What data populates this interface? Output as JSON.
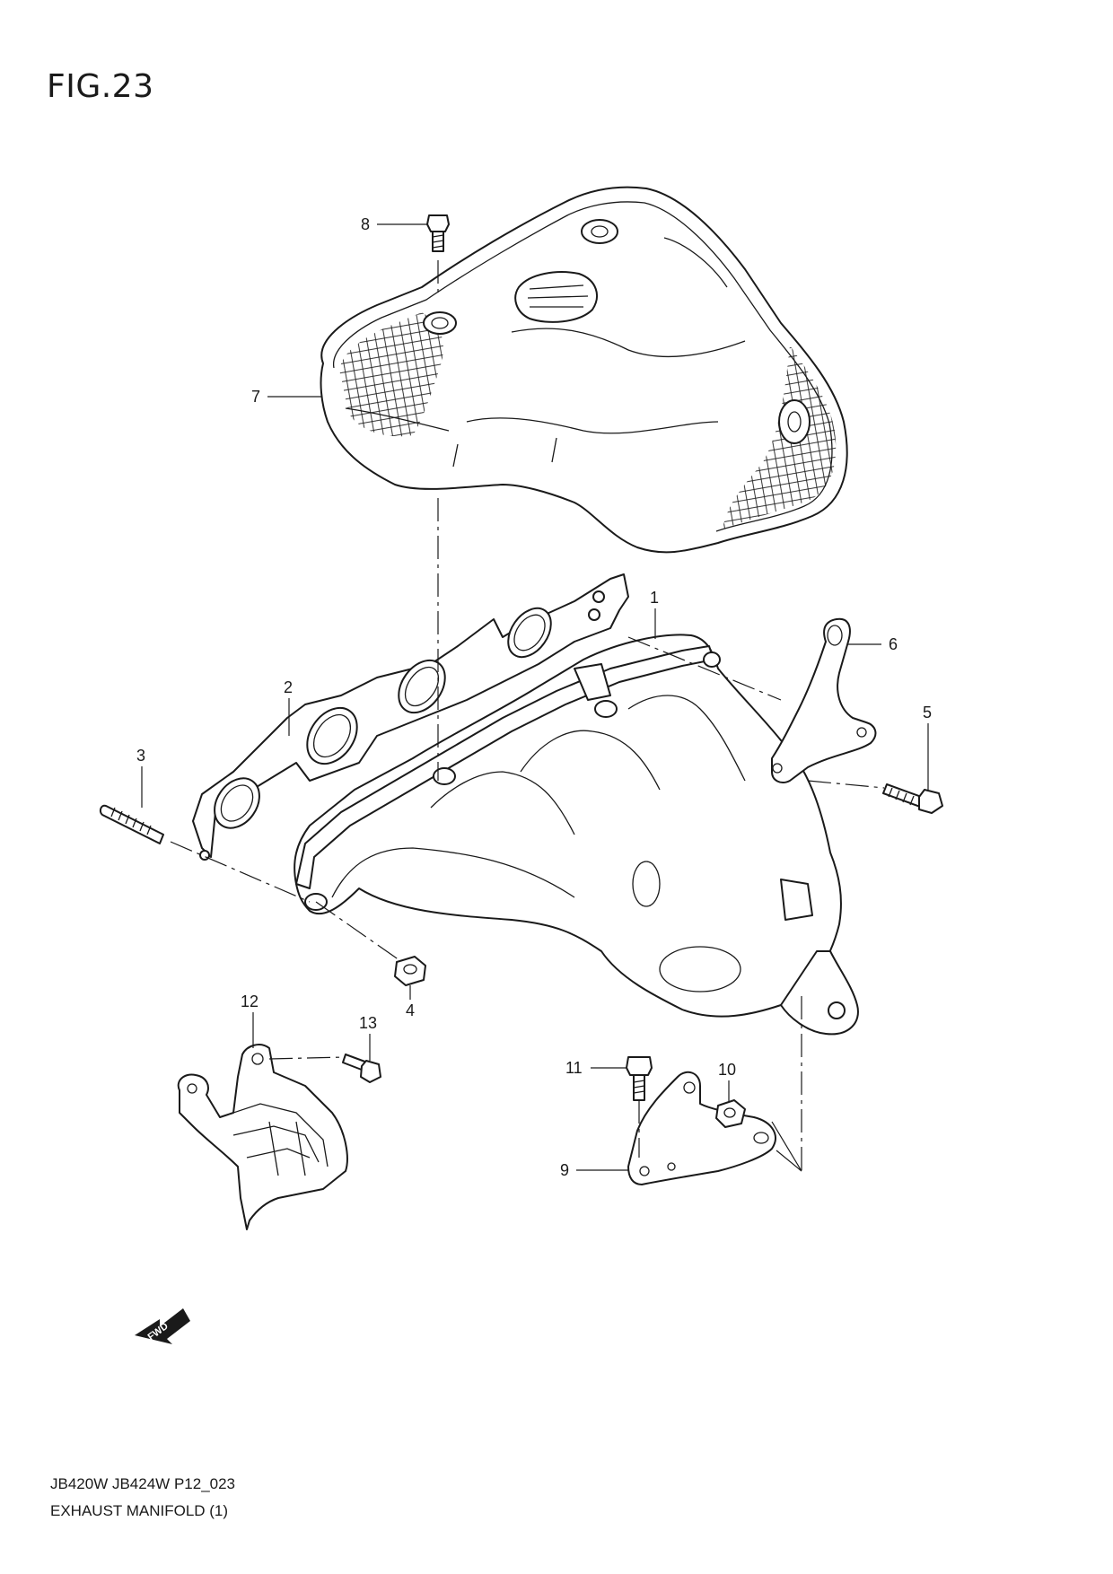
{
  "figure": {
    "title": "FIG.23"
  },
  "footer": {
    "code": "JB420W JB424W P12_023",
    "name": "EXHAUST MANIFOLD (1)"
  },
  "fwd_label": "FWD",
  "callouts": {
    "c1": "1",
    "c2": "2",
    "c3": "3",
    "c4": "4",
    "c5": "5",
    "c6": "6",
    "c7": "7",
    "c8": "8",
    "c9": "9",
    "c10": "10",
    "c11": "11",
    "c12": "12",
    "c13": "13"
  }
}
